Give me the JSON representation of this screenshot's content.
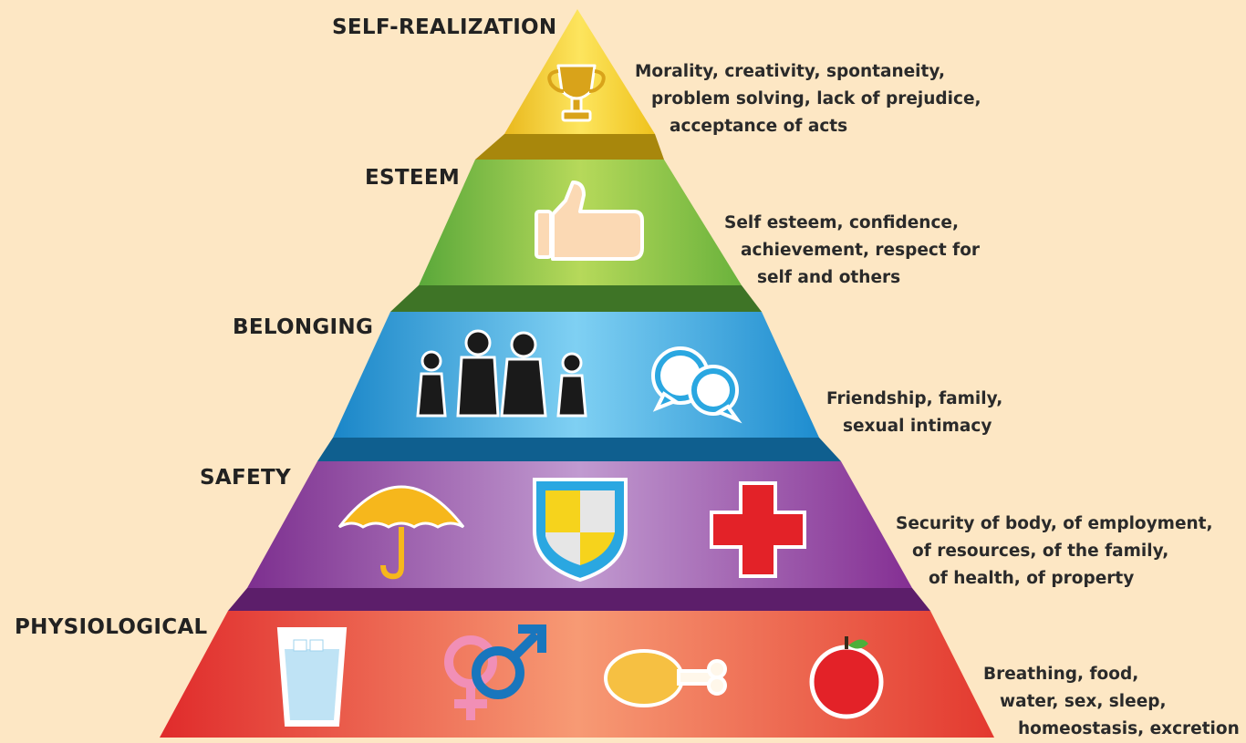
{
  "levels": [
    {
      "title": "SELF-REALIZATION",
      "lines": [
        "Morality, creativity, spontaneity,",
        "problem solving, lack of prejudice,",
        "acceptance of acts"
      ],
      "color": "#f5cf27",
      "icons": [
        "trophy-icon"
      ]
    },
    {
      "title": "ESTEEM",
      "lines": [
        "Self esteem, confidence,",
        "achievement, respect for",
        "self and others"
      ],
      "color": "#8cc63f",
      "icons": [
        "thumbs-up-icon"
      ]
    },
    {
      "title": "BELONGING",
      "lines": [
        "Friendship, family,",
        "sexual intimacy"
      ],
      "color": "#2aa7e1",
      "icons": [
        "family-icon",
        "speech-bubbles-icon"
      ]
    },
    {
      "title": "SAFETY",
      "lines": [
        "Security of body, of employment,",
        "of resources, of the family,",
        "of health, of property"
      ],
      "color": "#9b4ea8",
      "icons": [
        "umbrella-icon",
        "shield-icon",
        "red-cross-icon"
      ]
    },
    {
      "title": "PHYSIOLOGICAL",
      "lines": [
        "Breathing, food,",
        "water, sex, sleep,",
        "homeostasis, excretion"
      ],
      "color": "#e8453a",
      "icons": [
        "water-glass-icon",
        "gender-symbols-icon",
        "chicken-leg-icon",
        "apple-icon"
      ]
    }
  ]
}
